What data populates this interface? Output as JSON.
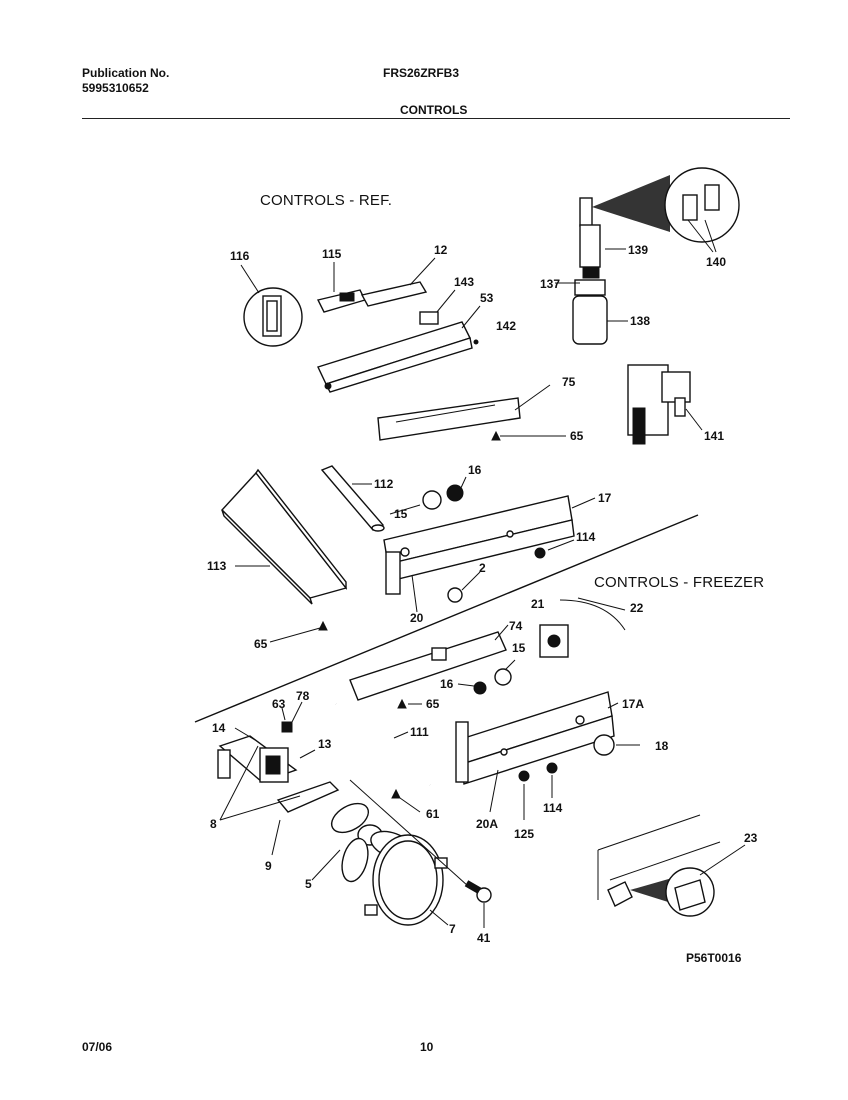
{
  "header": {
    "publication_label": "Publication No.",
    "publication_number": "5995310652",
    "model": "FRS26ZRFB3",
    "section": "CONTROLS"
  },
  "diagram": {
    "title_ref": "CONTROLS - REF.",
    "title_freezer": "CONTROLS - FREEZER",
    "figure_code": "P56T0016",
    "callouts": [
      {
        "id": "c116",
        "text": "116"
      },
      {
        "id": "c115",
        "text": "115"
      },
      {
        "id": "c12",
        "text": "12"
      },
      {
        "id": "c143",
        "text": "143"
      },
      {
        "id": "c53",
        "text": "53"
      },
      {
        "id": "c142",
        "text": "142"
      },
      {
        "id": "c139",
        "text": "139"
      },
      {
        "id": "c140",
        "text": "140"
      },
      {
        "id": "c137",
        "text": "137"
      },
      {
        "id": "c138",
        "text": "138"
      },
      {
        "id": "c75",
        "text": "75"
      },
      {
        "id": "c65a",
        "text": "65"
      },
      {
        "id": "c141",
        "text": "141"
      },
      {
        "id": "c16a",
        "text": "16"
      },
      {
        "id": "c112",
        "text": "112"
      },
      {
        "id": "c17",
        "text": "17"
      },
      {
        "id": "c15a",
        "text": "15"
      },
      {
        "id": "c114a",
        "text": "114"
      },
      {
        "id": "c113",
        "text": "113"
      },
      {
        "id": "c2",
        "text": "2"
      },
      {
        "id": "c20",
        "text": "20"
      },
      {
        "id": "c65b",
        "text": "65"
      },
      {
        "id": "c21",
        "text": "21"
      },
      {
        "id": "c22",
        "text": "22"
      },
      {
        "id": "c74",
        "text": "74"
      },
      {
        "id": "c15b",
        "text": "15"
      },
      {
        "id": "c16b",
        "text": "16"
      },
      {
        "id": "c65c",
        "text": "65"
      },
      {
        "id": "c63",
        "text": "63"
      },
      {
        "id": "c78",
        "text": "78"
      },
      {
        "id": "c17a",
        "text": "17A"
      },
      {
        "id": "c14",
        "text": "14"
      },
      {
        "id": "c13",
        "text": "13"
      },
      {
        "id": "c111",
        "text": "111"
      },
      {
        "id": "c18",
        "text": "18"
      },
      {
        "id": "c8",
        "text": "8"
      },
      {
        "id": "c61",
        "text": "61"
      },
      {
        "id": "c20a",
        "text": "20A"
      },
      {
        "id": "c114b",
        "text": "114"
      },
      {
        "id": "c125",
        "text": "125"
      },
      {
        "id": "c23",
        "text": "23"
      },
      {
        "id": "c9",
        "text": "9"
      },
      {
        "id": "c5",
        "text": "5"
      },
      {
        "id": "c7",
        "text": "7"
      },
      {
        "id": "c41",
        "text": "41"
      }
    ]
  },
  "footer": {
    "date": "07/06",
    "page": "10"
  }
}
